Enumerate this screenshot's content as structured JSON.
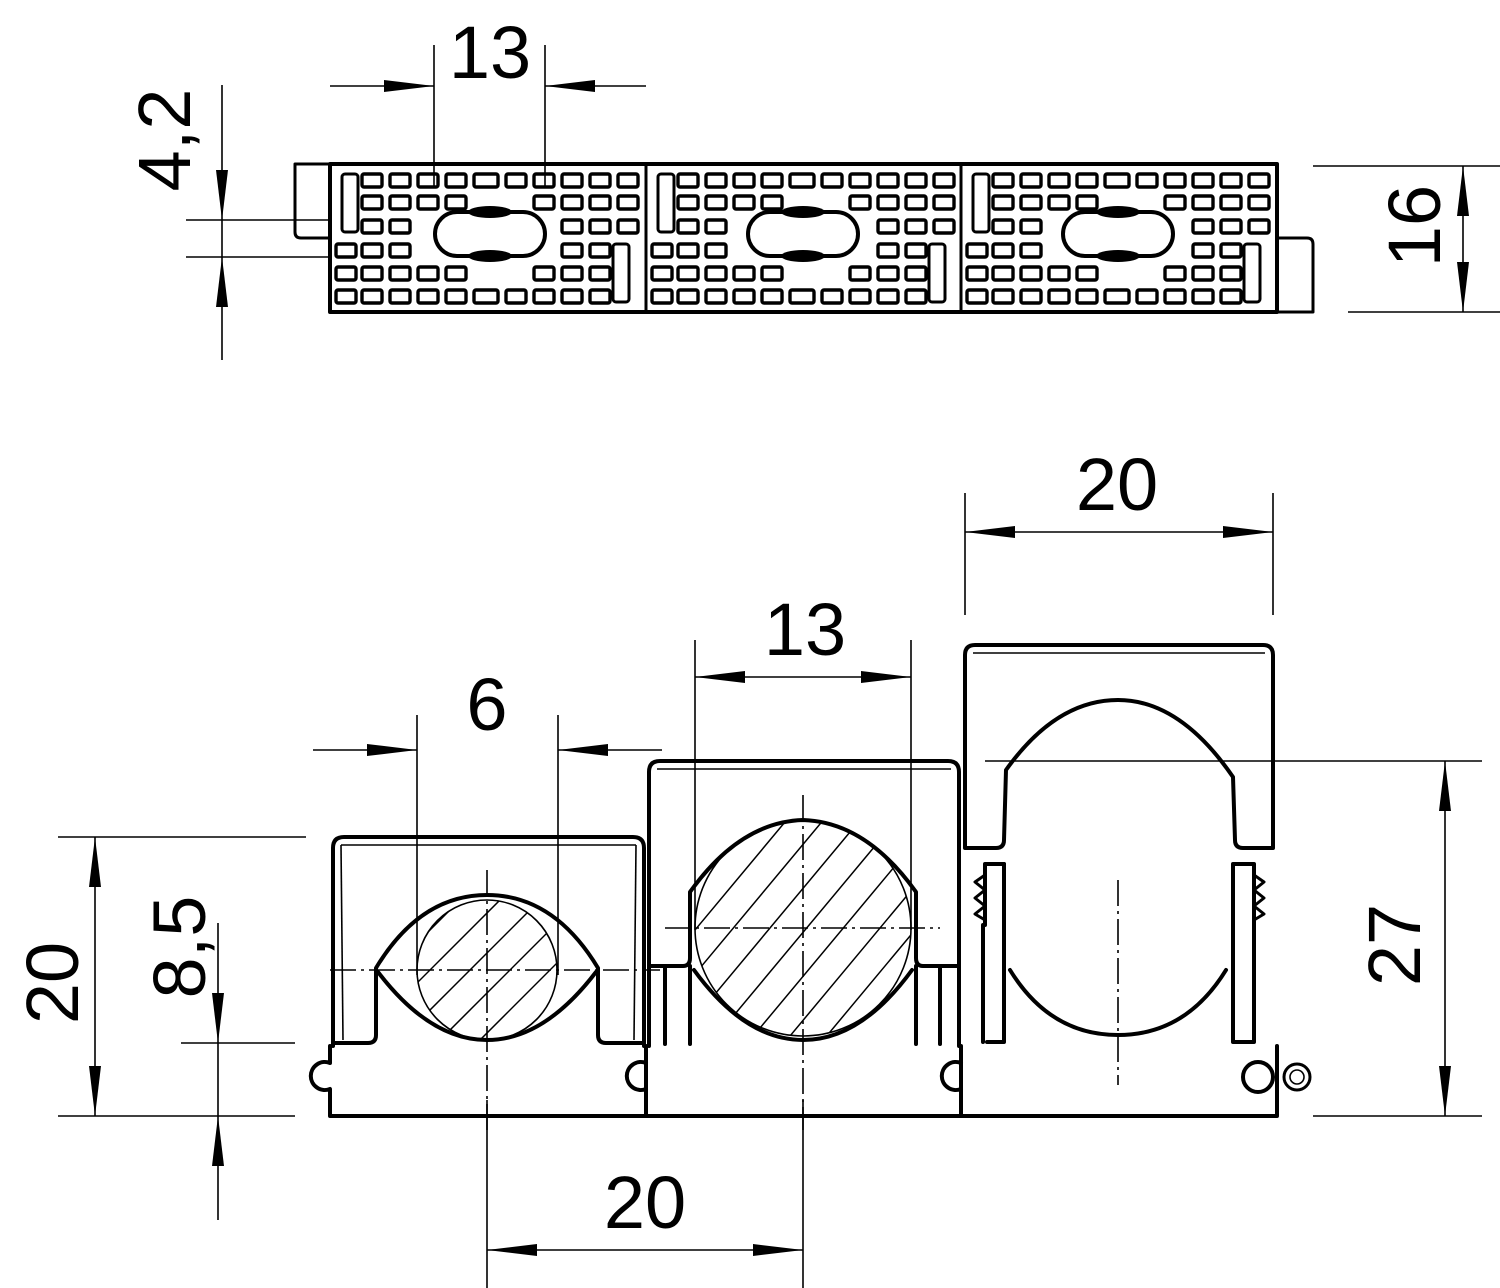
{
  "drawing": {
    "type": "technical-drawing",
    "subject": "3-way cable/pipe clamp strip (top view and front view)",
    "line_color": "#000000",
    "background": "#ffffff"
  },
  "top_view": {
    "modules": 3,
    "dimensions": {
      "slot_width": "13",
      "offset": "4,2",
      "height": "16"
    }
  },
  "front_view": {
    "clamps": [
      {
        "name": "small",
        "state": "closed",
        "conductor_hatched": true
      },
      {
        "name": "medium",
        "state": "closed",
        "conductor_hatched": true
      },
      {
        "name": "large",
        "state": "open",
        "conductor_hatched": false
      }
    ],
    "dimensions": {
      "small_diameter": "6",
      "medium_diameter": "13",
      "large_diameter": "20",
      "pitch": "20",
      "small_height": "20",
      "center_height": "8,5",
      "large_height": "27"
    }
  }
}
